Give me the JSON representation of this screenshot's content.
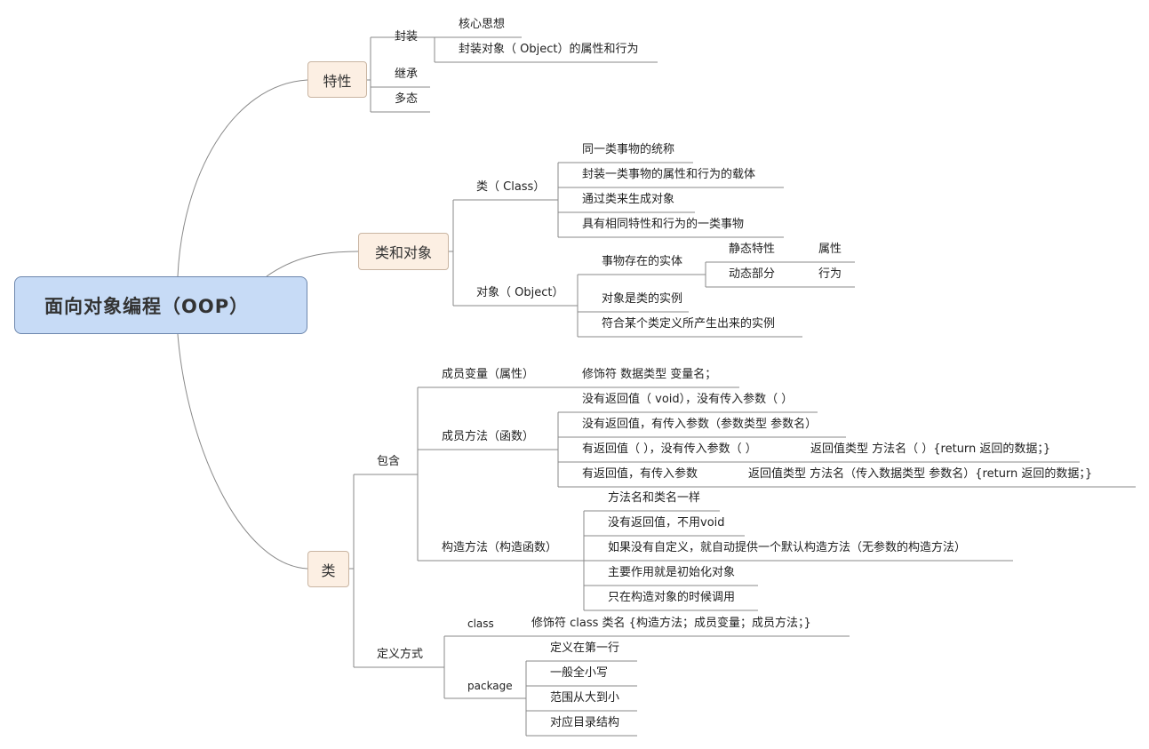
{
  "root": "面向对象编程（OOP）",
  "features": {
    "label": "特性",
    "encapsulation": {
      "label": "封装",
      "items": [
        "核心思想",
        "封装对象（ Object）的属性和行为"
      ]
    },
    "inheritance": "继承",
    "polymorphism": "多态"
  },
  "class_object": {
    "label": "类和对象",
    "class_branch": {
      "label": "类（ Class）",
      "items": [
        "同一类事物的统称",
        "封装一类事物的属性和行为的载体",
        "通过类来生成对象",
        "具有相同特性和行为的一类事物"
      ]
    },
    "object_branch": {
      "label": "对象（ Object）",
      "entity": {
        "label": "事物存在的实体",
        "static": "静态特性",
        "dynamic": "动态部分",
        "attribute": "属性",
        "behavior": "行为"
      },
      "items": [
        "对象是类的实例",
        "符合某个类定义所产生出来的实例"
      ]
    }
  },
  "klass": {
    "label": "类",
    "contains": {
      "label": "包含",
      "member_var": {
        "label": "成员变量（属性）",
        "item": "修饰符  数据类型  变量名；"
      },
      "member_method": {
        "label": "成员方法（函数）",
        "items": [
          "没有返回值（ void），没有传入参数（ ）",
          "没有返回值，有传入参数（参数类型  参数名）",
          "有返回值（ ），没有传入参数（ ）",
          "有返回值，有传入参数"
        ],
        "syntax1": "返回值类型  方法名（ ）{return 返回的数据；}",
        "syntax2": "返回值类型  方法名（传入数据类型  参数名）{return 返回的数据；}"
      },
      "constructor": {
        "label": "构造方法（构造函数）",
        "items": [
          "方法名和类名一样",
          "没有返回值，不用void",
          "如果没有自定义，就自动提供一个默认构造方法（无参数的构造方法）",
          "主要作用就是初始化对象",
          "只在构造对象的时候调用"
        ]
      }
    },
    "definition": {
      "label": "定义方式",
      "class_kw": "class",
      "class_syntax": "修饰符   class  类名 {构造方法；成员变量；成员方法；}",
      "package_kw": "package",
      "package_items": [
        "定义在第一行",
        "一般全小写",
        "范围从大到小",
        "对应目录结构"
      ]
    }
  }
}
